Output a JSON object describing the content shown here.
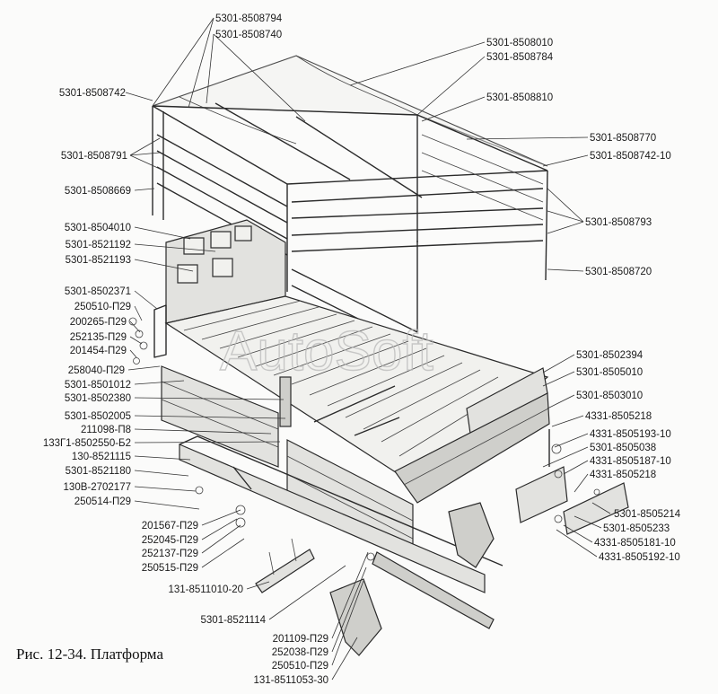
{
  "caption": "Рис. 12-34. Платформа",
  "watermark": "AutoSoft",
  "labels_left": [
    "5301-8508742",
    "5301-8508791",
    "5301-8508669",
    "5301-8504010",
    "5301-8521192",
    "5301-8521193",
    "5301-8502371",
    "250510-П29",
    "200265-П29",
    "252135-П29",
    "201454-П29",
    "258040-П29",
    "5301-8501012",
    "5301-8502380",
    "5301-8502005",
    "211098-П8",
    "133Г1-8502550-Б2",
    "130-8521115",
    "5301-8521180",
    "130В-2702177",
    "250514-П29",
    "201567-П29",
    "252045-П29",
    "252137-П29",
    "250515-П29",
    "131-8511010-20",
    "5301-8521114",
    "201109-П29",
    "252038-П29",
    "250510-П29",
    "131-8511053-30"
  ],
  "labels_right": [
    "5301-8508794",
    "5301-8508740",
    "5301-8508010",
    "5301-8508784",
    "5301-8508810",
    "5301-8508770",
    "5301-8508742-10",
    "5301-8508793",
    "5301-8508720",
    "5301-8502394",
    "5301-8505010",
    "5301-8503010",
    "4331-8505218",
    "4331-8505193-10",
    "5301-8505038",
    "4331-8505187-10",
    "4331-8505218",
    "5301-8505214",
    "5301-8505233",
    "4331-8505181-10",
    "4331-8505192-10"
  ]
}
